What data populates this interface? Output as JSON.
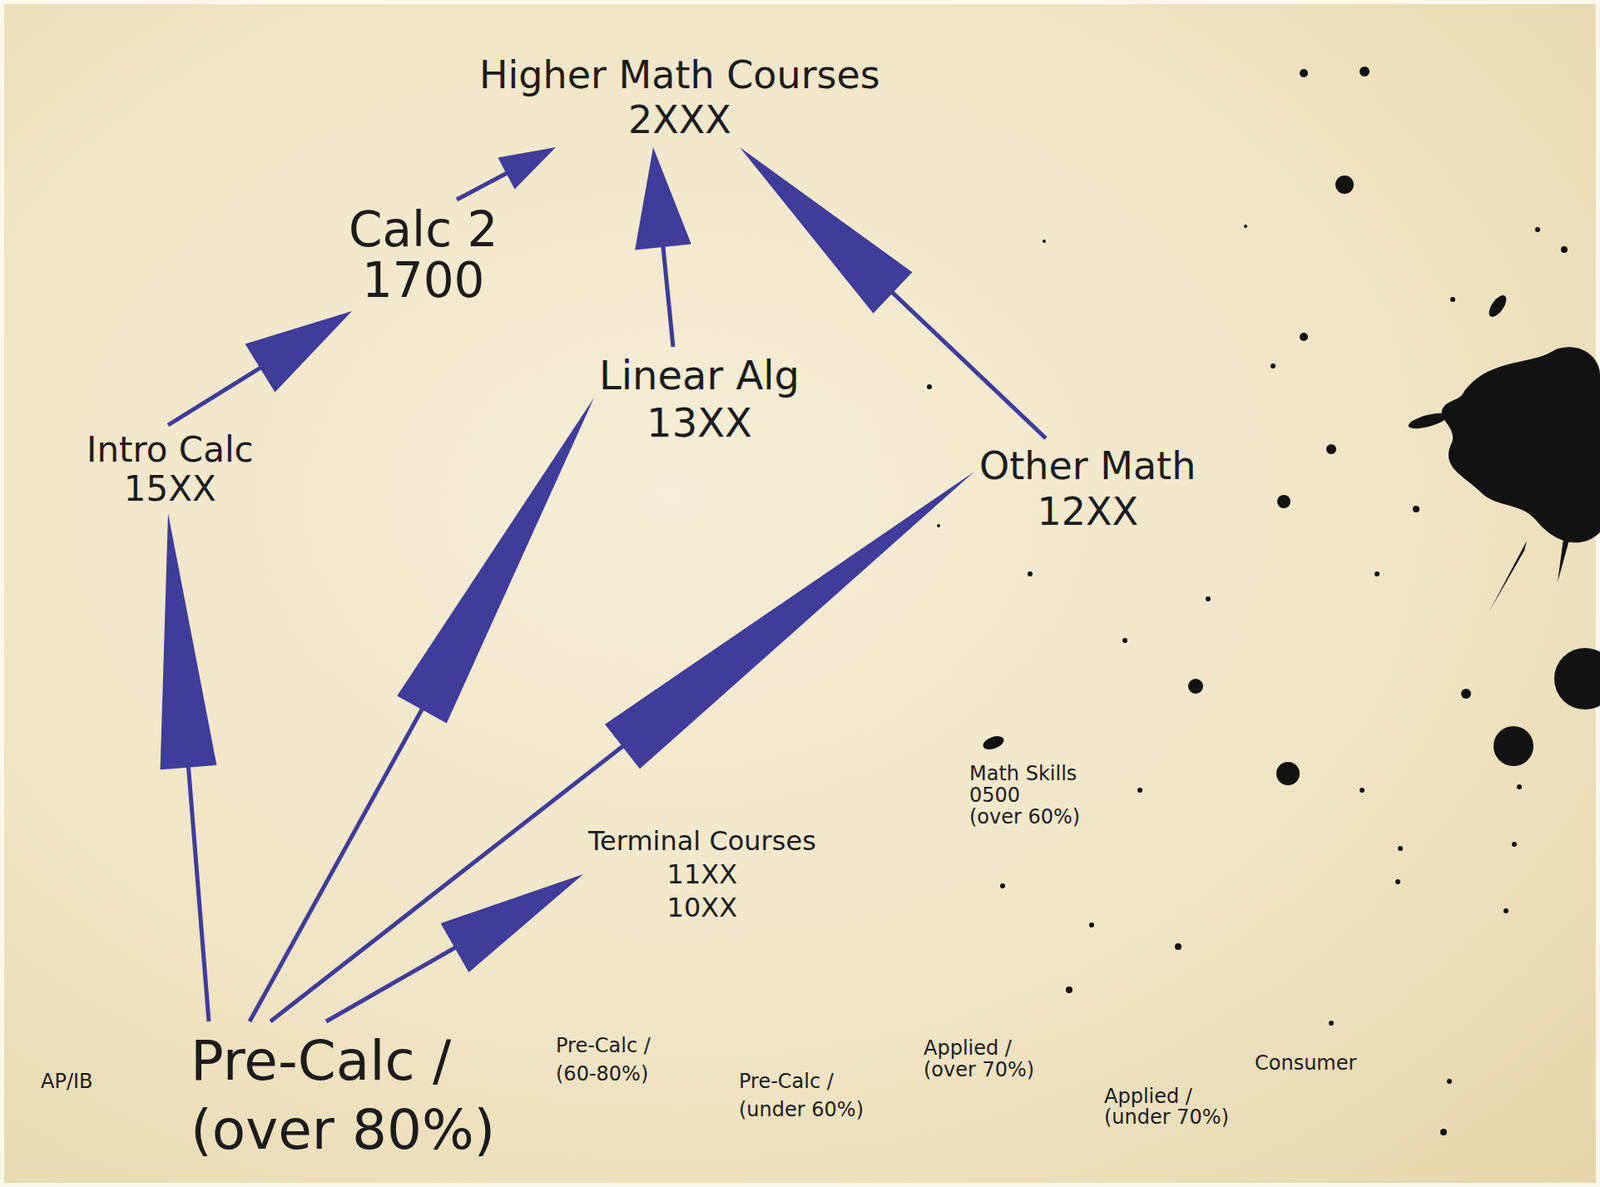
{
  "diagram": {
    "nodes": [
      {
        "text": [
          "Higher Math Courses",
          "2XXX"
        ]
      },
      {
        "text": [
          "Calc 2",
          "1700"
        ]
      },
      {
        "text": [
          "Linear Alg",
          "13XX"
        ]
      },
      {
        "text": [
          "Intro Calc",
          "15XX"
        ]
      },
      {
        "text": [
          "Other Math",
          "12XX"
        ]
      },
      {
        "text": [
          "Math Skills",
          "0500",
          "(over 60%)"
        ]
      },
      {
        "text": [
          "Terminal Courses",
          "11XX",
          "10XX"
        ]
      },
      {
        "text": [
          "AP/IB"
        ]
      },
      {
        "text": [
          "Pre-Calc /",
          "(over 80%)"
        ]
      },
      {
        "text": [
          "Pre-Calc /",
          "(60-80%)"
        ]
      },
      {
        "text": [
          "Pre-Calc /",
          "(under 60%)"
        ]
      },
      {
        "text": [
          "Applied /",
          "(over 70%)"
        ]
      },
      {
        "text": [
          "Applied /",
          "(under 70%)"
        ]
      },
      {
        "text": [
          "Consumer"
        ]
      }
    ],
    "edges": [
      {
        "from": 8,
        "to": 3,
        "arrow": "to"
      },
      {
        "from": 8,
        "to": 2,
        "arrow": "to"
      },
      {
        "from": 8,
        "to": 4,
        "arrow": "to"
      },
      {
        "from": 8,
        "to": 6,
        "arrow": "to"
      },
      {
        "from": 3,
        "to": 1,
        "arrow": "to"
      },
      {
        "from": 1,
        "to": 0,
        "arrow": "to"
      },
      {
        "from": 2,
        "to": 0,
        "arrow": "to"
      },
      {
        "from": 4,
        "to": 0,
        "arrow": "to"
      }
    ]
  }
}
